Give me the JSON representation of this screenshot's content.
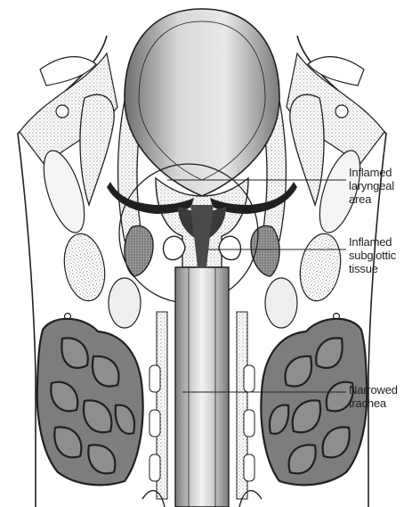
{
  "diagram": {
    "labels": [
      {
        "lines": [
          "Inflamed",
          "laryngeal",
          "area"
        ]
      },
      {
        "lines": [
          "Inflamed",
          "subglottic",
          "tissue"
        ]
      },
      {
        "lines": [
          "Narrowed",
          "trachea"
        ]
      }
    ]
  },
  "colors": {
    "ink": "#231f20",
    "tissue": "#8a8a8a",
    "dark_tissue": "#555555",
    "background": "#ffffff"
  }
}
